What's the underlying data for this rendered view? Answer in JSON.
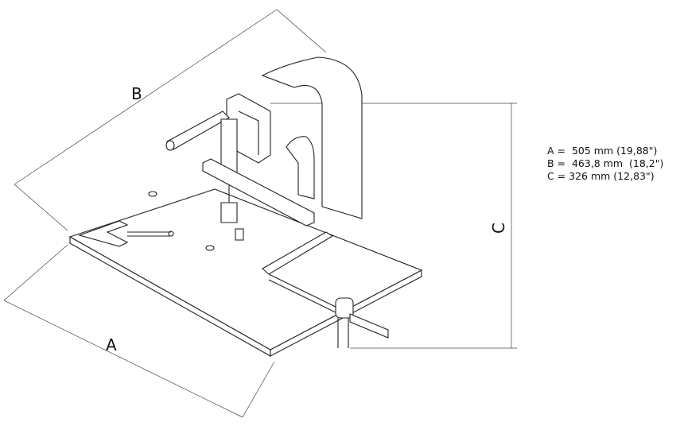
{
  "labels": {
    "a": "A",
    "b": "B",
    "c": "C"
  },
  "dimensions": [
    "A =  505 mm (19,88\")",
    "B =  463,8 mm  (18,2\")",
    "C = 326 mm (12,83\")"
  ]
}
